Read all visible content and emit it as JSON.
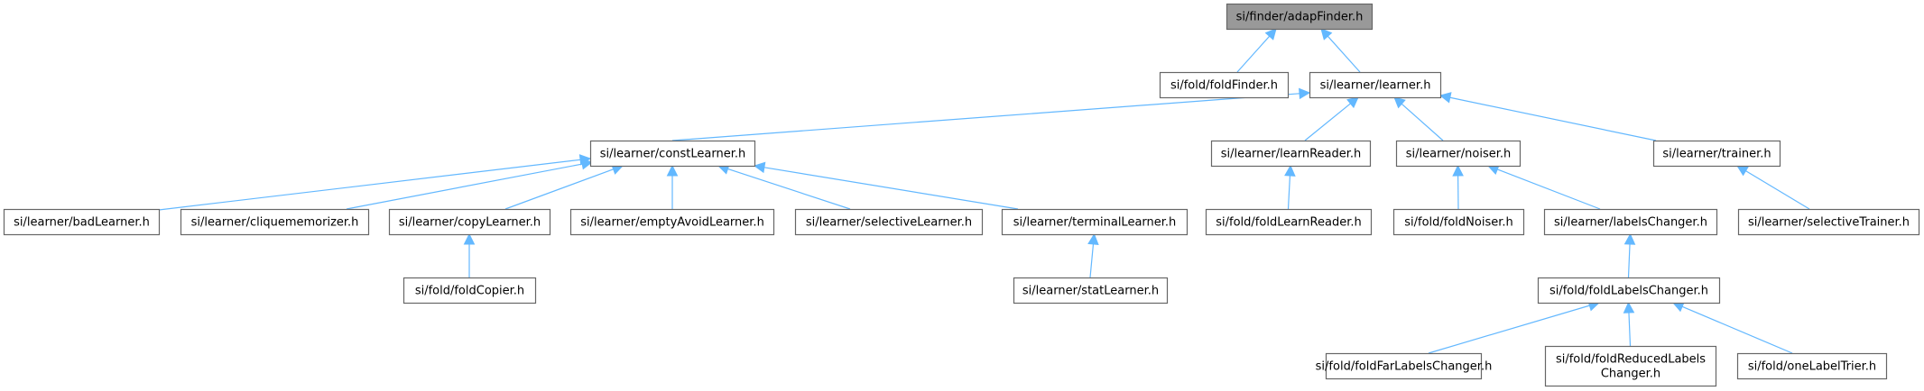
{
  "diagram": {
    "type": "include-dependency-graph",
    "colors": {
      "edge": "#63b8ff",
      "node_border": "#666666",
      "node_fill": "#ffffff",
      "root_fill": "#999999"
    },
    "nodes": [
      {
        "id": "adapFinder",
        "label": [
          "si/finder/adapFinder.h"
        ],
        "root": true
      },
      {
        "id": "foldFinder",
        "label": [
          "si/fold/foldFinder.h"
        ]
      },
      {
        "id": "learner",
        "label": [
          "si/learner/learner.h"
        ]
      },
      {
        "id": "constLearner",
        "label": [
          "si/learner/constLearner.h"
        ]
      },
      {
        "id": "learnReader",
        "label": [
          "si/learner/learnReader.h"
        ]
      },
      {
        "id": "noiser",
        "label": [
          "si/learner/noiser.h"
        ]
      },
      {
        "id": "trainer",
        "label": [
          "si/learner/trainer.h"
        ]
      },
      {
        "id": "badLearner",
        "label": [
          "si/learner/badLearner.h"
        ]
      },
      {
        "id": "cliquememorizer",
        "label": [
          "si/learner/cliquememorizer.h"
        ]
      },
      {
        "id": "copyLearner",
        "label": [
          "si/learner/copyLearner.h"
        ]
      },
      {
        "id": "emptyAvoidLearner",
        "label": [
          "si/learner/emptyAvoidLearner.h"
        ]
      },
      {
        "id": "selectiveLearner",
        "label": [
          "si/learner/selectiveLearner.h"
        ]
      },
      {
        "id": "terminalLearner",
        "label": [
          "si/learner/terminalLearner.h"
        ]
      },
      {
        "id": "foldLearnReader",
        "label": [
          "si/fold/foldLearnReader.h"
        ]
      },
      {
        "id": "foldNoiser",
        "label": [
          "si/fold/foldNoiser.h"
        ]
      },
      {
        "id": "labelsChanger",
        "label": [
          "si/learner/labelsChanger.h"
        ]
      },
      {
        "id": "selectiveTrainer",
        "label": [
          "si/learner/selectiveTrainer.h"
        ]
      },
      {
        "id": "foldCopier",
        "label": [
          "si/fold/foldCopier.h"
        ]
      },
      {
        "id": "statLearner",
        "label": [
          "si/learner/statLearner.h"
        ]
      },
      {
        "id": "foldLabelsChanger",
        "label": [
          "si/fold/foldLabelsChanger.h"
        ]
      },
      {
        "id": "foldFarLabelsChanger",
        "label": [
          "si/fold/foldFarLabelsChanger.h"
        ]
      },
      {
        "id": "foldReducedLabelsChanger",
        "label": [
          "si/fold/foldReducedLabels",
          "Changer.h"
        ]
      },
      {
        "id": "oneLabelTrier",
        "label": [
          "si/fold/oneLabelTrier.h"
        ]
      }
    ],
    "edges": [
      {
        "from": "foldFinder",
        "to": "adapFinder"
      },
      {
        "from": "learner",
        "to": "adapFinder"
      },
      {
        "from": "constLearner",
        "to": "learner"
      },
      {
        "from": "learnReader",
        "to": "learner"
      },
      {
        "from": "noiser",
        "to": "learner"
      },
      {
        "from": "trainer",
        "to": "learner"
      },
      {
        "from": "badLearner",
        "to": "constLearner"
      },
      {
        "from": "cliquememorizer",
        "to": "constLearner"
      },
      {
        "from": "copyLearner",
        "to": "constLearner"
      },
      {
        "from": "emptyAvoidLearner",
        "to": "constLearner"
      },
      {
        "from": "selectiveLearner",
        "to": "constLearner"
      },
      {
        "from": "terminalLearner",
        "to": "constLearner"
      },
      {
        "from": "foldCopier",
        "to": "copyLearner"
      },
      {
        "from": "statLearner",
        "to": "terminalLearner"
      },
      {
        "from": "foldLearnReader",
        "to": "learnReader"
      },
      {
        "from": "foldNoiser",
        "to": "noiser"
      },
      {
        "from": "labelsChanger",
        "to": "noiser"
      },
      {
        "from": "selectiveTrainer",
        "to": "trainer"
      },
      {
        "from": "foldLabelsChanger",
        "to": "labelsChanger"
      },
      {
        "from": "foldFarLabelsChanger",
        "to": "foldLabelsChanger"
      },
      {
        "from": "foldReducedLabelsChanger",
        "to": "foldLabelsChanger"
      },
      {
        "from": "oneLabelTrier",
        "to": "foldLabelsChanger"
      }
    ]
  }
}
